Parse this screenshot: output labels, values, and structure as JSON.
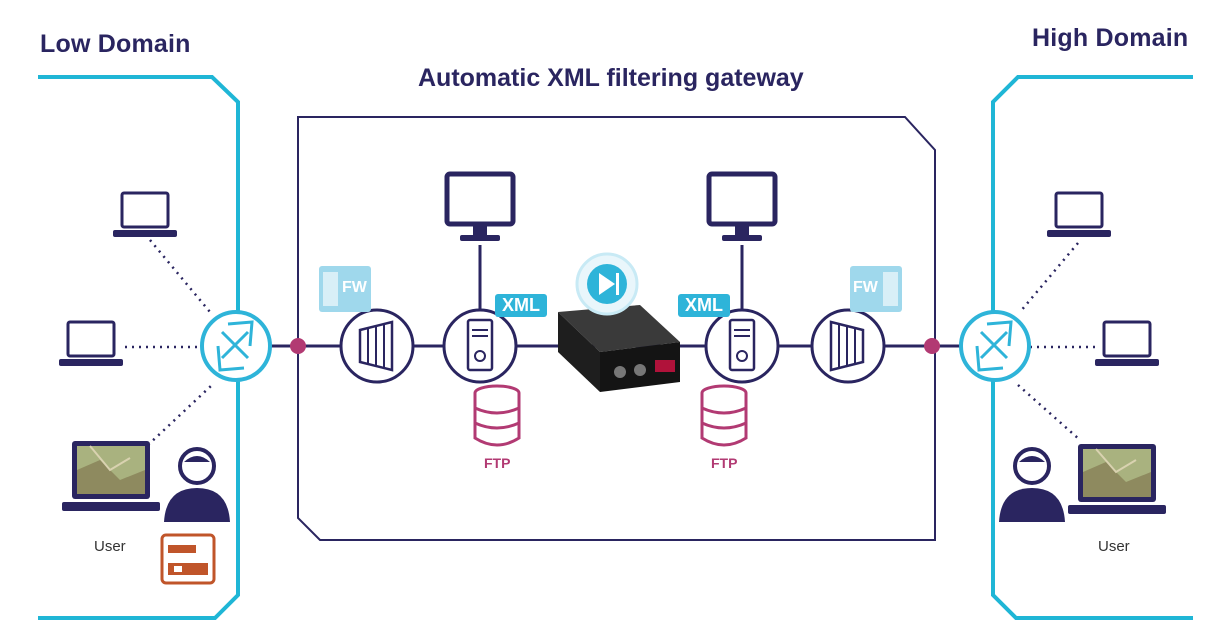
{
  "diagram": {
    "low_domain_title": "Low Domain",
    "high_domain_title": "High Domain",
    "gateway_title": "Automatic XML filtering gateway",
    "left_user_label": "User",
    "right_user_label": "User",
    "xml_badge_left": "XML",
    "xml_badge_right": "XML",
    "ftp_left": "FTP",
    "ftp_right": "FTP",
    "fw_left": "FW",
    "fw_right": "FW"
  },
  "colors": {
    "domain_border": "#1fb6d6",
    "gateway_border": "#2a2560",
    "network_line": "#2a2560",
    "connection_dot": "#b23a73",
    "xml_badge": "#2eb4d9",
    "ftp_db": "#b23a73",
    "router": "#2eb4d9"
  }
}
